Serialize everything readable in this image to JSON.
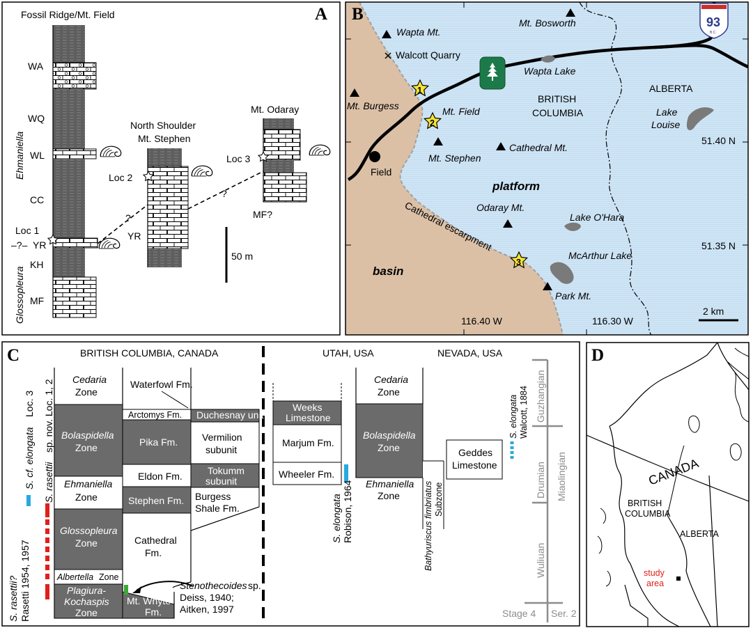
{
  "panel_a": {
    "letter": "A",
    "title": "Fossil Ridge/Mt. Field",
    "units": [
      "WA",
      "WQ",
      "WL",
      "CC",
      "YR",
      "KH",
      "MF"
    ],
    "yr_prefix": "–?–",
    "zone_upper": "Ehmaniella",
    "zone_lower": "Glossopleura",
    "loc1": "Loc 1",
    "loc2": "Loc 2",
    "loc3": "Loc 3",
    "col2_title_1": "North Shoulder",
    "col2_title_2": "Mt. Stephen",
    "col2_unit": "YR",
    "col3_title": "Mt. Odaray",
    "col3_unit": "MF?",
    "q1": "?",
    "q2": "?",
    "scale": "50 m"
  },
  "panel_b": {
    "letter": "B",
    "peaks": [
      "Wapta Mt.",
      "Mt. Bosworth",
      "Mt. Burgess",
      "Mt. Field",
      "Mt. Stephen",
      "Cathedral Mt.",
      "Odaray Mt.",
      "Park Mt."
    ],
    "quarry": "Walcott Quarry",
    "lakes": [
      "Wapta Lake",
      "Lake O'Hara",
      "McArthur Lake"
    ],
    "lake_louise_1": "Lake",
    "lake_louise_2": "Louise",
    "town": "Field",
    "province_bc_1": "BRITISH",
    "province_bc_2": "COLUMBIA",
    "province_ab": "ALBERTA",
    "platform": "platform",
    "basin": "basin",
    "escarpment": "Cathedral escarpment",
    "sites": [
      "1",
      "2",
      "3"
    ],
    "lat1": "51.40 N",
    "lat2": "51.35 N",
    "lon1": "116.40 W",
    "lon2": "116.30 W",
    "scale": "2 km",
    "highway": "93",
    "highway_sub": "B.C."
  },
  "panel_c": {
    "letter": "C",
    "head_bc": "BRITISH COLUMBIA, CANADA",
    "head_ut": "UTAH, USA",
    "head_nv": "NEVADA, USA",
    "bc_zones": [
      "Cedaria",
      "Zone",
      "Bolaspidella",
      "Zone",
      "Ehmaniella",
      "Zone",
      "Glossopleura",
      "Zone",
      "Albertella",
      "Zone",
      "Plagiura-",
      "Kochaspis",
      "Zone"
    ],
    "bc_fms": [
      "Waterfowl Fm.",
      "Arctomys Fm.",
      "Pika Fm.",
      "Eldon Fm.",
      "Stephen Fm.",
      "Cathedral",
      "Fm.",
      "Mt. Whyte",
      "Fm."
    ],
    "bc_basin": [
      "Duchesnay unit",
      "Vermilion",
      "subunit",
      "Tokumm",
      "subunit",
      "Burgess",
      "Shale Fm."
    ],
    "sp_label_1a": "S. cf. elongata",
    "sp_label_1b": " Loc. 3",
    "sp_label_2a": "S. rasettii",
    "sp_label_2b": " sp. nov. Loc. 1, 2",
    "sp_label_3a": "S. rasettii?",
    "sp_label_3b": "Rasetti 1954, 1957",
    "steno_a": "Stenothecoides",
    "steno_b": " sp.",
    "steno_c": "Deiss, 1940;",
    "steno_d": "Aitken, 1997",
    "ut_units": [
      "Weeks",
      "Limestone",
      "Marjum Fm.",
      "Wheeler Fm."
    ],
    "ut_sp_a": "S. elongata",
    "ut_sp_b": "Robison, 1964",
    "ut_zones": [
      "Cedaria",
      "Zone",
      "Bolaspidella",
      "Zone",
      "Ehmaniella",
      "Zone"
    ],
    "bathy_a": "Bathyuriscus fimbriatus",
    "bathy_b": "Subzone",
    "nv_unit_1": "Geddes",
    "nv_unit_2": "Limestone",
    "nv_sp_a": "S. elongata",
    "nv_sp_b": "Walcott, 1884",
    "stages": [
      "Guzhangian",
      "Drumian",
      "Wuliuan",
      "Stage 4"
    ],
    "series": [
      "Miaolingian",
      "Ser. 2"
    ],
    "colors": {
      "zone_dark": "#6b6b6b",
      "blue": "#27a9e1",
      "red": "#e0201b",
      "green": "#3aa935"
    }
  },
  "panel_d": {
    "letter": "D",
    "country": "CANADA",
    "bc_1": "BRITISH",
    "bc_2": "COLUMBIA",
    "ab": "ALBERTA",
    "study_1": "study",
    "study_2": "area"
  }
}
